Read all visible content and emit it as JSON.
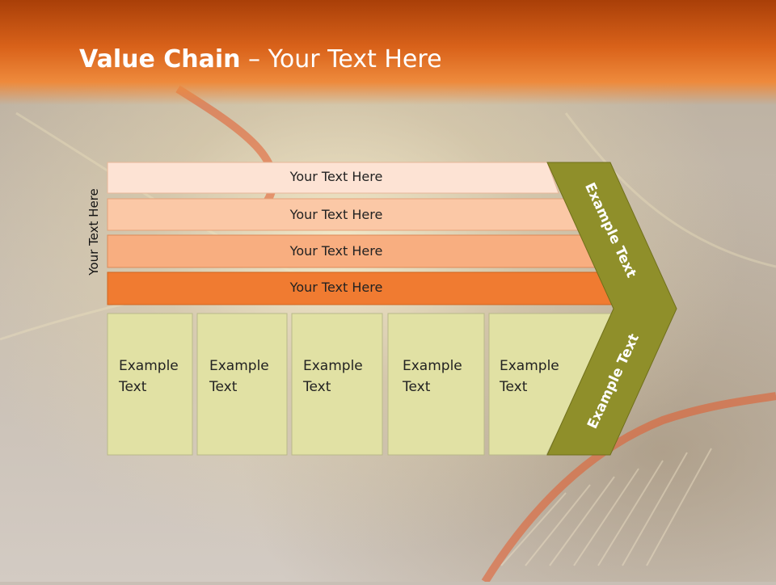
{
  "slide": {
    "title_bold": "Value Chain",
    "title_rest": " – Your Text Here",
    "side_label": "Your Text Here"
  },
  "bands": [
    {
      "label": "Your Text Here",
      "color": "#fde3d4"
    },
    {
      "label": "Your Text Here",
      "color": "#fbc8a6"
    },
    {
      "label": "Your Text Here",
      "color": "#f8ae80"
    },
    {
      "label": "Your Text Here",
      "color": "#f07b31"
    }
  ],
  "boxes": [
    {
      "label": "Example\nText"
    },
    {
      "label": "Example\nText"
    },
    {
      "label": "Example\nText"
    },
    {
      "label": "Example\nText"
    },
    {
      "label": "Example\nText"
    }
  ],
  "chevron": {
    "top_label": "Example Text",
    "bottom_label": "Example Text",
    "color": "#8f8f2a"
  },
  "colors": {
    "header": "#d9621a",
    "box_fill": "#e1e1a4",
    "box_border": "#b9b98a"
  }
}
